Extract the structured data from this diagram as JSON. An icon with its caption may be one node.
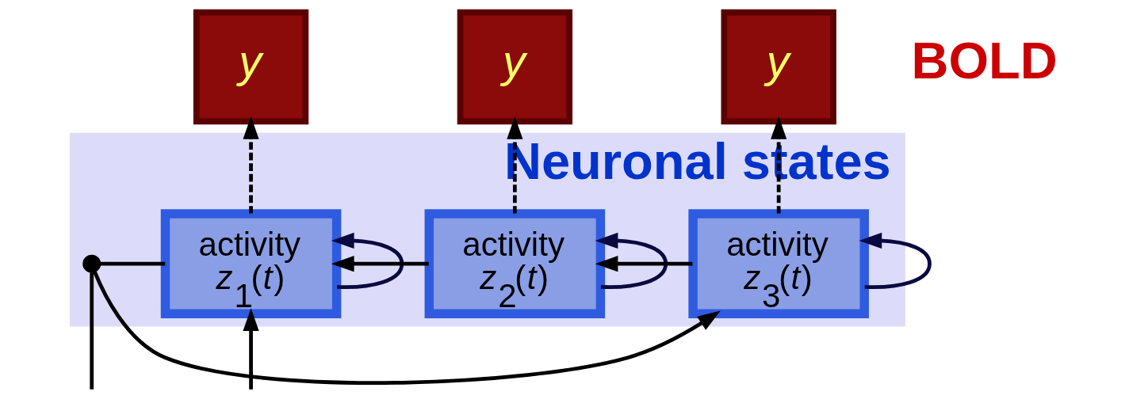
{
  "diagram": {
    "nodes": [
      {
        "text": [
          "Neuronal states"
        ]
      },
      {
        "text": [
          "y"
        ]
      },
      {
        "text": [
          "y"
        ]
      },
      {
        "text": [
          "y"
        ]
      },
      {
        "text": [
          "activity",
          "*z*$_{1}$(*t*)"
        ],
        "in": 0
      },
      {
        "text": [
          "activity",
          "*z*$_{2}$(*t*)"
        ],
        "in": 0
      },
      {
        "text": [
          "activity",
          "*z*$_{3}$(*t*)"
        ],
        "in": 0
      },
      {
        "text": [],
        "shape": "circle",
        "in": 0
      }
    ],
    "edges": [
      {
        "from": 4,
        "to": 1,
        "arrow": "to",
        "style": "dashed"
      },
      {
        "from": 5,
        "to": 2,
        "arrow": "to",
        "style": "dashed"
      },
      {
        "from": 6,
        "to": 3,
        "arrow": "to",
        "style": "dashed"
      },
      {
        "from": 4,
        "to": 4,
        "arrow": "to",
        "color": "#0a0a40"
      },
      {
        "from": 5,
        "to": 5,
        "arrow": "to",
        "color": "#0a0a40"
      },
      {
        "from": 6,
        "to": 6,
        "arrow": "to",
        "color": "#0a0a40"
      },
      {
        "from": 5,
        "to": 4,
        "arrow": "to"
      },
      {
        "from": 6,
        "to": 5,
        "arrow": "to"
      },
      {
        "from": 4,
        "to": 7,
        "arrow": "none"
      },
      {
        "from": 7,
        "to": 6,
        "arrow": "to"
      },
      {
        "from": null,
        "to": 7,
        "arrow": "none"
      },
      {
        "from": null,
        "to": 4,
        "arrow": "to"
      }
    ],
    "labels": [
      "BOLD"
    ]
  }
}
